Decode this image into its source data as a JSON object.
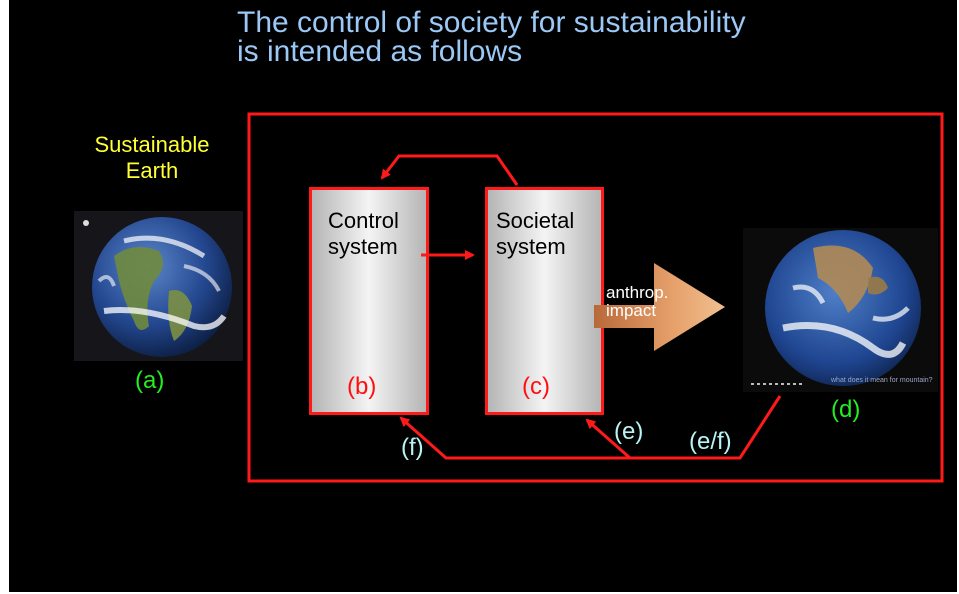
{
  "title": {
    "line1": "The control of society for sustainability",
    "line2": "is intended as follows"
  },
  "earth_caption": {
    "line1": "Sustainable",
    "line2": "Earth"
  },
  "nodes": {
    "control_system": {
      "line1": "Control",
      "line2": "system",
      "tag": "(b)"
    },
    "societal_system": {
      "line1": "Societal",
      "line2": "system",
      "tag": "(c)"
    }
  },
  "impact_arrow": {
    "line1": "anthrop.",
    "line2": "impact"
  },
  "labels": {
    "a": "(a)",
    "d": "(d)",
    "e": "(e)",
    "f": "(f)",
    "ef": "(e/f)"
  },
  "footer_photo_text": "what does it mean for mountain?",
  "colors": {
    "background": "#000000",
    "title": "#9cc8f5",
    "frame": "#ff1a1a",
    "caption": "#ffff33",
    "green_label": "#22ee22",
    "red_label": "#ff1010",
    "cyan_label": "#b8f4f4",
    "impact_arrow": "#d09060"
  }
}
